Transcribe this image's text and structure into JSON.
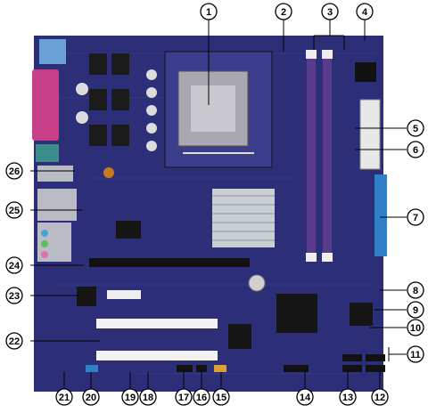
{
  "colors": {
    "pcb": "#2c2f78",
    "pcb_dark": "#1d1f55",
    "slot_purple": "#5a3a8a",
    "slot_black": "#111111",
    "ide_blue": "#2f7fc9",
    "audio_pink": "#d24b9a",
    "heatsink": "#c9cdd4"
  },
  "callouts": [
    "1",
    "2",
    "3",
    "4",
    "5",
    "6",
    "7",
    "8",
    "9",
    "10",
    "11",
    "12",
    "13",
    "14",
    "15",
    "16",
    "17",
    "18",
    "19",
    "20",
    "21",
    "22",
    "23",
    "24",
    "25",
    "26"
  ]
}
